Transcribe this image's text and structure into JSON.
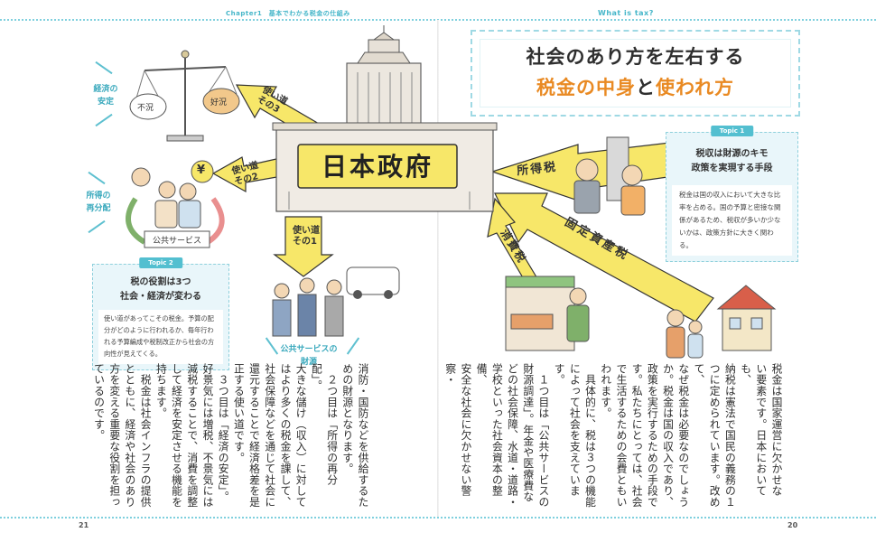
{
  "header": {
    "chapter": "Chapter1　基本でわかる税金の仕組み",
    "section": "What is tax?"
  },
  "page_numbers": {
    "left": "21",
    "right": "20"
  },
  "title": {
    "line1": "社会のあり方を左右する",
    "line2_a": "税金の中身",
    "line2_b": "と",
    "line2_c": "使われ方"
  },
  "topic1": {
    "badge": "Topic 1",
    "title_line1": "税収は財源のキモ",
    "title_line2": "政策を実現する手段",
    "body": "税金は国の収入において大きな比率を占める。国の予算と密接な関係があるため、税収が多いか少ないかは、政策方針に大きく関わる。"
  },
  "topic2": {
    "badge": "Topic 2",
    "title_line1": "税の役割は3つ",
    "title_line2": "社会・経済が変わる",
    "body": "使い道があってこその税金。予算の配分がどのように行われるか、毎年行われる予算編成や税制改正から社会の方向性が見えてくる。"
  },
  "labels": {
    "stability": [
      "経済の",
      "安定"
    ],
    "redistribution": [
      "所得の",
      "再分配"
    ],
    "public_service": [
      "公共サービスの",
      "財源"
    ],
    "government": "日本政府",
    "public_service_sign": "公共サービス",
    "recession": "不況",
    "boom": "好況",
    "yen": "¥",
    "use1": [
      "使い道",
      "その1"
    ],
    "use2": [
      "使い道",
      "その2"
    ],
    "use3": [
      "使い道",
      "その3"
    ],
    "income_tax": "所得税",
    "property_tax": "固定資産税",
    "consumption_tax": "消費税"
  },
  "text_right": [
    "税金は国家運営に欠かせな",
    "い要素です。日本においても、",
    "納税は憲法で国民の義務の１",
    "つに定められています。改めて、",
    "なぜ税金は必要なのでしょう",
    "か。税金は国の収入であり、",
    "政策を実行するための手段で",
    "す。私たちにとっては、社会",
    "で生活するための会費ともい",
    "われます。",
    "　具体的に、税は３つの機能",
    "によって社会を支えています。",
    "　１つ目は「公共サービスの",
    "財源調達」。年金や医療費な",
    "どの社会保障、水道・道路・",
    "学校といった社会資本の整備、",
    "安全な社会に欠かせない警察・"
  ],
  "text_left": [
    "消防・国防などを供給するた",
    "めの財源となります。",
    "　２つ目は「所得の再分配」。",
    "大きな儲け（収入）に対して",
    "はより多くの税金を課して、",
    "社会保障などを通じて社会に",
    "還元することで経済格差を是",
    "正する使い道です。",
    "　３つ目は「経済の安定」。",
    "好景気には増税、不景気には",
    "減税することで、消費を調整",
    "して経済を安定させる機能を",
    "持ちます。",
    "　税金は社会インフラの提供",
    "とともに、経済や社会のあり",
    "方を変える重要な役割を担っ",
    "ているのです。"
  ]
}
